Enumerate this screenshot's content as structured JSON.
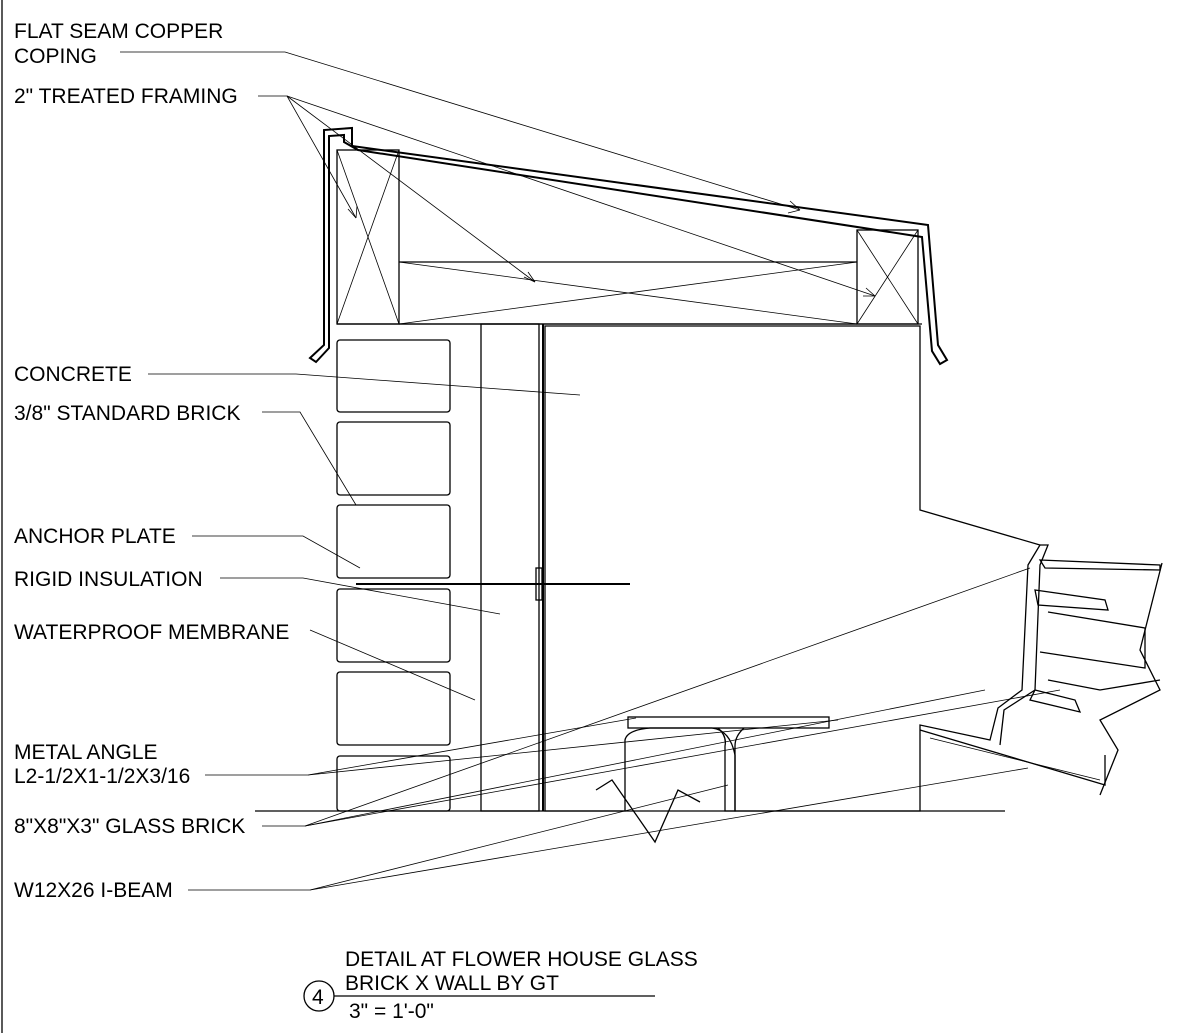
{
  "labels": {
    "flat_seam_line1": "FLAT SEAM COPPER",
    "flat_seam_line2": "COPING",
    "treated_framing": "2\" TREATED FRAMING",
    "concrete": "CONCRETE",
    "standard_brick": "3/8\" STANDARD BRICK",
    "anchor_plate": "ANCHOR PLATE",
    "rigid_insulation": "RIGID INSULATION",
    "waterproof_membrane": "WATERPROOF MEMBRANE",
    "metal_angle_line1": "METAL ANGLE",
    "metal_angle_line2": "L2-1/2X1-1/2X3/16",
    "glass_brick": "8\"X8\"X3\" GLASS BRICK",
    "i_beam": "W12X26 I-BEAM"
  },
  "title_block": {
    "number": "4",
    "line1": "DETAIL AT FLOWER HOUSE GLASS",
    "line2": "BRICK X WALL BY GT",
    "scale": "3\" = 1'-0\""
  },
  "colors": {
    "ink": "#000000",
    "paper": "#ffffff"
  }
}
